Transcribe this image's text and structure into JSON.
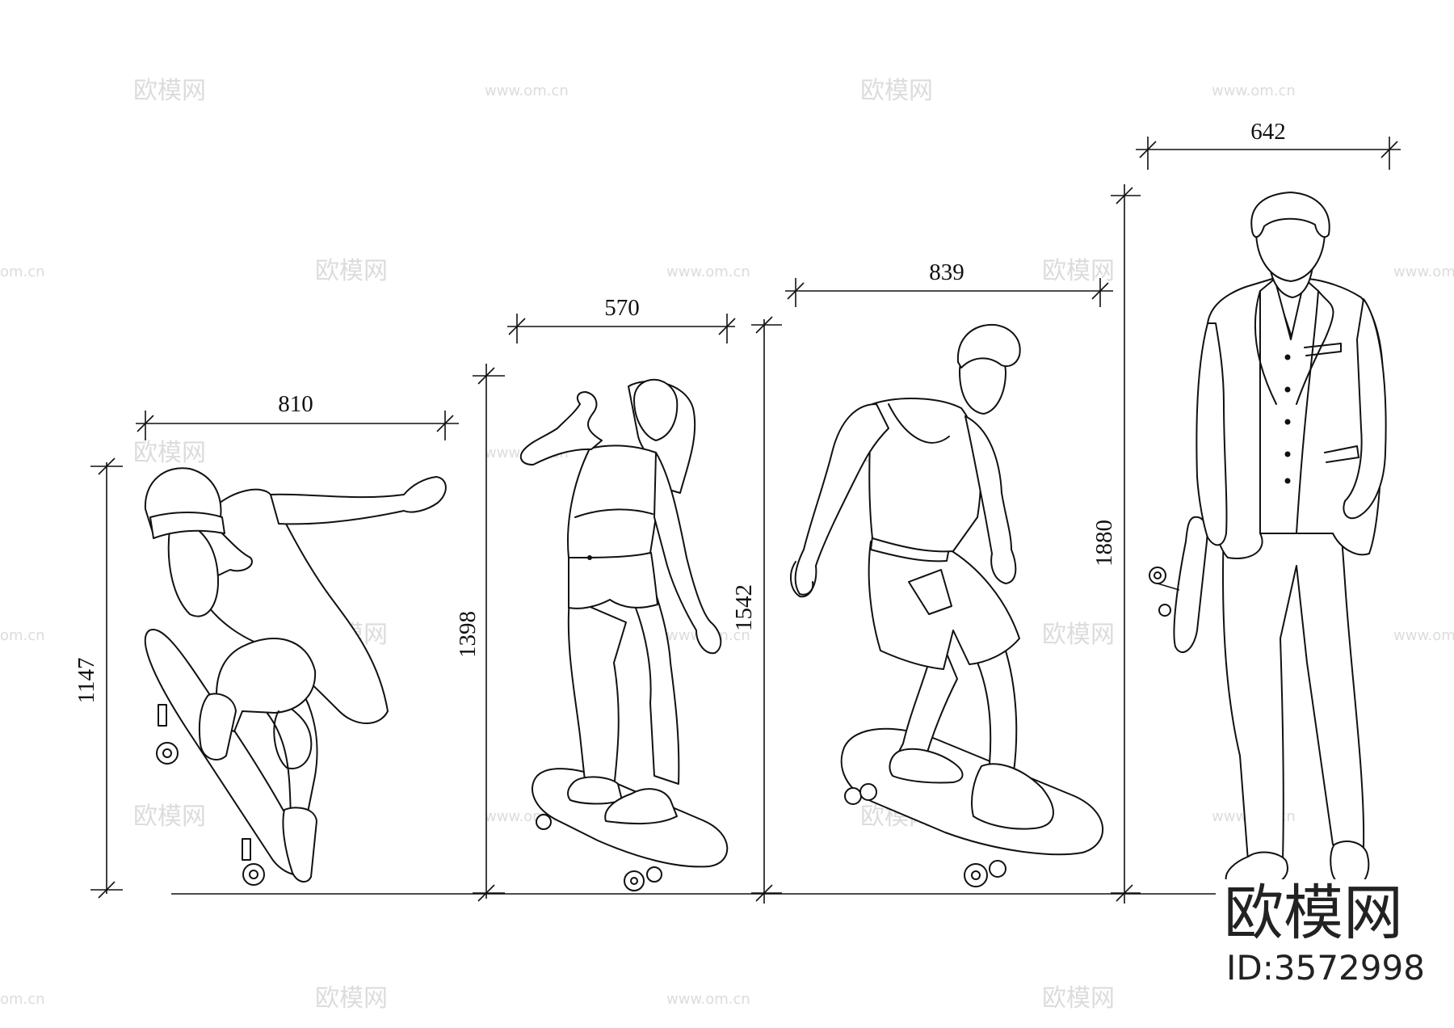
{
  "dimensions": {
    "figure1": {
      "width": "810",
      "height": "1147"
    },
    "figure2": {
      "width": "570",
      "height": "1398"
    },
    "figure3": {
      "width": "839",
      "height": "1542"
    },
    "figure4": {
      "width": "642",
      "height": "1880"
    }
  },
  "watermarks": {
    "site_cn": "欧模网",
    "site_url": "www.om.cn",
    "site_url_short": "om.cn"
  },
  "brand": {
    "name": "欧模网",
    "id_label": "ID:3572998"
  }
}
